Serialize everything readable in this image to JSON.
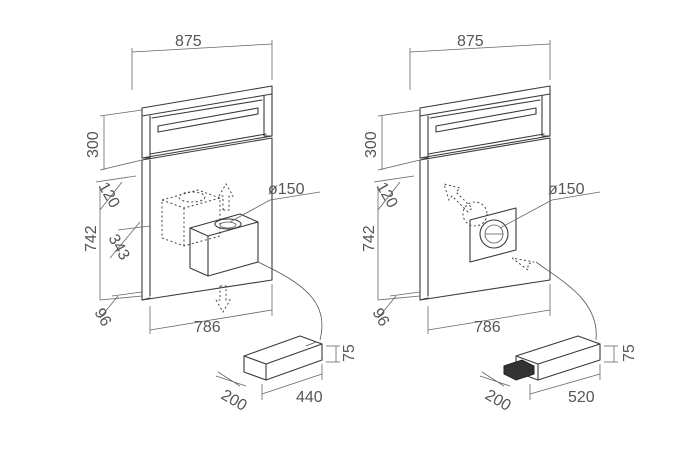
{
  "left_unit": {
    "width_top": "875",
    "height_top": "300",
    "depth_upper": "120",
    "height_body": "742",
    "depth_mid": "343",
    "depth_base": "96",
    "width_bottom": "786",
    "duct_diameter": "ø150",
    "motor_height": "75",
    "motor_width": "440",
    "motor_depth": "200"
  },
  "right_unit": {
    "width_top": "875",
    "height_top": "300",
    "depth_upper": "120",
    "height_body": "742",
    "depth_base": "96",
    "width_bottom": "786",
    "duct_diameter": "ø150",
    "motor_height": "75",
    "motor_width": "520",
    "motor_depth": "200"
  }
}
